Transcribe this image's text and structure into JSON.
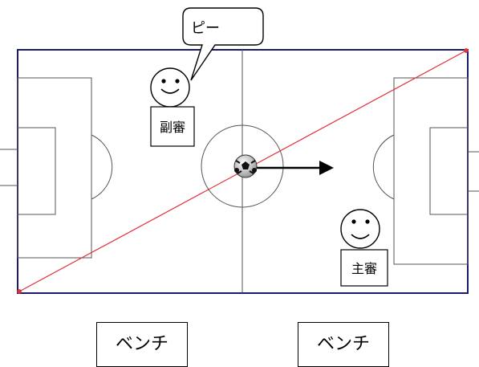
{
  "speech_bubble": {
    "text": "ピー"
  },
  "assistant_referee": {
    "label": "副審"
  },
  "main_referee": {
    "label": "主審"
  },
  "benches": [
    {
      "label": "ベンチ"
    },
    {
      "label": "ベンチ"
    }
  ],
  "colors": {
    "field_border": "#1a1a6e",
    "diagonal_line": "#e0303a",
    "lines": "#444444",
    "arrow": "#000000"
  },
  "icons": {
    "ball": "soccer-ball-icon",
    "referee_face": "smiley-face-icon"
  }
}
